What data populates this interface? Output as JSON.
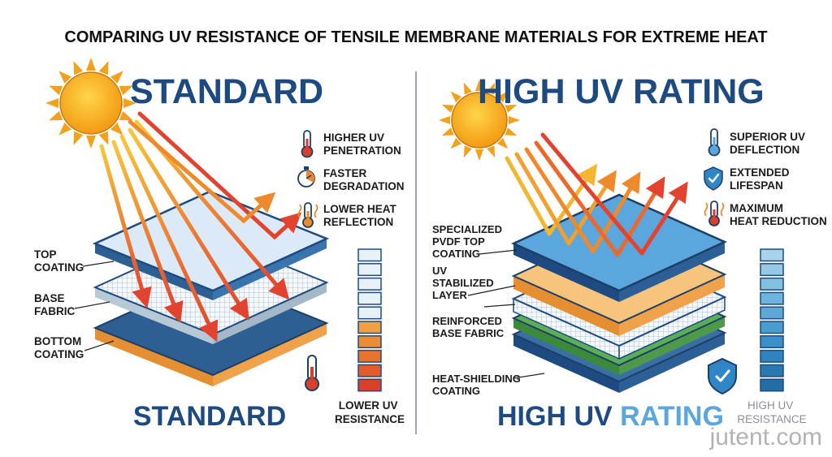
{
  "title": "COMPARING UV RESISTANCE OF TENSILE MEMBRANE MATERIALS FOR EXTREME HEAT",
  "colors": {
    "navy": "#1d4a80",
    "sun": "#f6a019",
    "ray_yellow": "#f7c83a",
    "ray_red": "#e2432e",
    "orange_layer": "#f0a24a",
    "green_layer": "#4e9a4a",
    "top_blue": "#5aa6dd"
  },
  "standard": {
    "heading": "STANDARD",
    "footer": "STANDARD",
    "features": [
      {
        "icon": "thermometer-icon",
        "line1": "HIGHER UV",
        "line2": "PENETRATION"
      },
      {
        "icon": "stopwatch-icon",
        "line1": "FASTER",
        "line2": "DEGRADATION"
      },
      {
        "icon": "heat-thermometer-icon",
        "line1": "LOWER HEAT",
        "line2": "REFLECTION"
      }
    ],
    "layers": [
      {
        "line1": "TOP",
        "line2": "COATING"
      },
      {
        "line1": "BASE",
        "line2": "FABRIC"
      },
      {
        "line1": "BOTTOM",
        "line2": "COATING"
      }
    ],
    "scale_colors": [
      "#e6f1f8",
      "#e6f1f8",
      "#e6f1f8",
      "#e6f1f8",
      "#e6f1f8",
      "#f0a040",
      "#ec8c34",
      "#e8722e",
      "#e35a2c",
      "#dc3e2c"
    ],
    "resistance_line1": "LOWER UV",
    "resistance_line2": "RESISTANCE"
  },
  "high": {
    "heading": "HIGH UV RATING",
    "footer_part1": "HIGH UV ",
    "footer_part2": "RATING",
    "features": [
      {
        "icon": "thermometer-icon",
        "line1": "SUPERIOR UV",
        "line2": "DEFLECTION"
      },
      {
        "icon": "shield-check-icon",
        "line1": "EXTENDED",
        "line2": "LIFESPAN"
      },
      {
        "icon": "heat-thermometer-icon",
        "line1": "MAXIMUM",
        "line2": "HEAT REDUCTION"
      }
    ],
    "layers": [
      {
        "line1": "SPECIALIZED",
        "line2": "PVDF TOP",
        "line3": "COATING"
      },
      {
        "line1": "UV",
        "line2": "STABILIZED",
        "line3": "LAYER"
      },
      {
        "line1": "REINFORCED",
        "line2": "BASE FABRIC"
      },
      {
        "line1": "HEAT-SHIELDING",
        "line2": "COATING"
      }
    ],
    "scale_colors": [
      "#a8d3ea",
      "#95c9e6",
      "#82bfe1",
      "#6fb4dc",
      "#5ca8d6",
      "#4a9ccf",
      "#3b90c7",
      "#3084bd",
      "#2879b2",
      "#216ea7"
    ],
    "resistance_line1": "HIGH UV",
    "resistance_line2": "RESISTANCE"
  },
  "watermark": "jutent.com"
}
